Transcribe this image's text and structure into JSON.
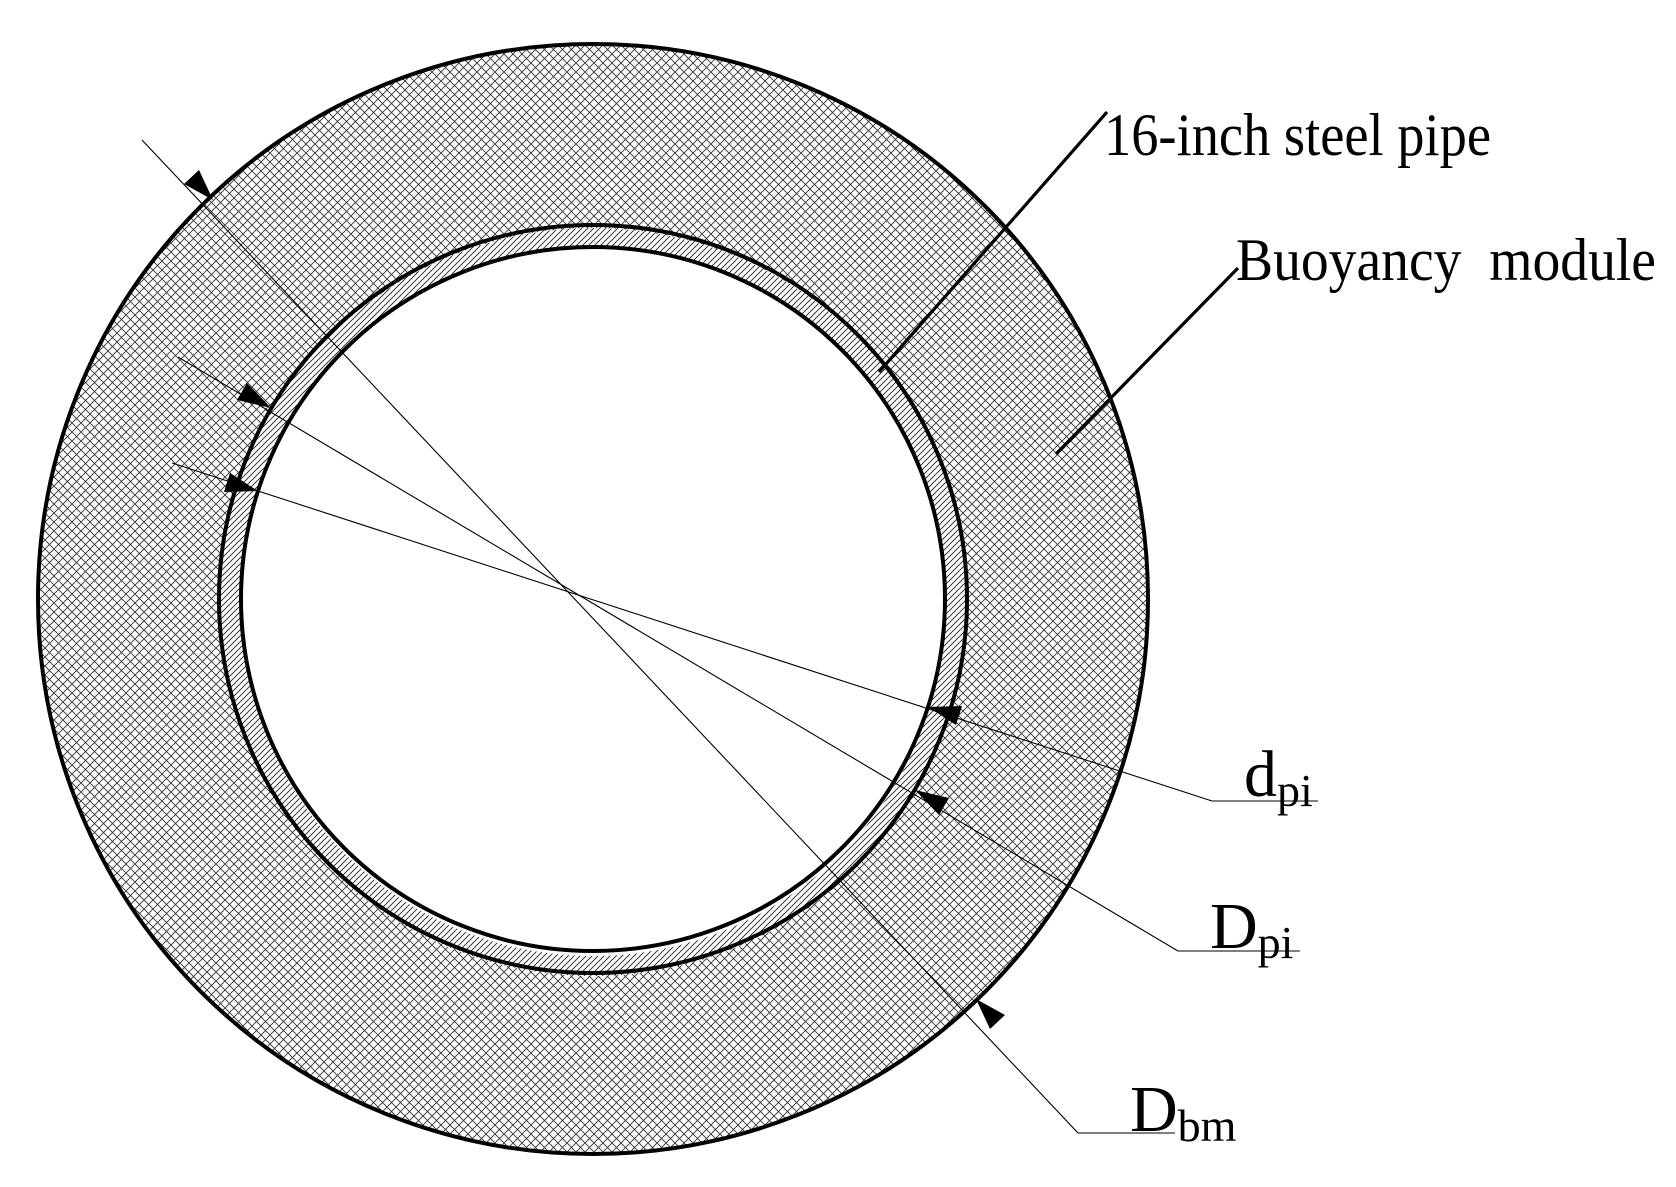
{
  "diagram": {
    "labels": {
      "steel_pipe": "16-inch steel pipe",
      "buoyancy_module": "Buoyancy  module"
    },
    "dimensions": [
      {
        "key": "dpi",
        "main": "d",
        "sub": "pi"
      },
      {
        "key": "Dpi",
        "main": "D",
        "sub": "pi"
      },
      {
        "key": "Dbm",
        "main": "D",
        "sub": "bm"
      }
    ]
  }
}
